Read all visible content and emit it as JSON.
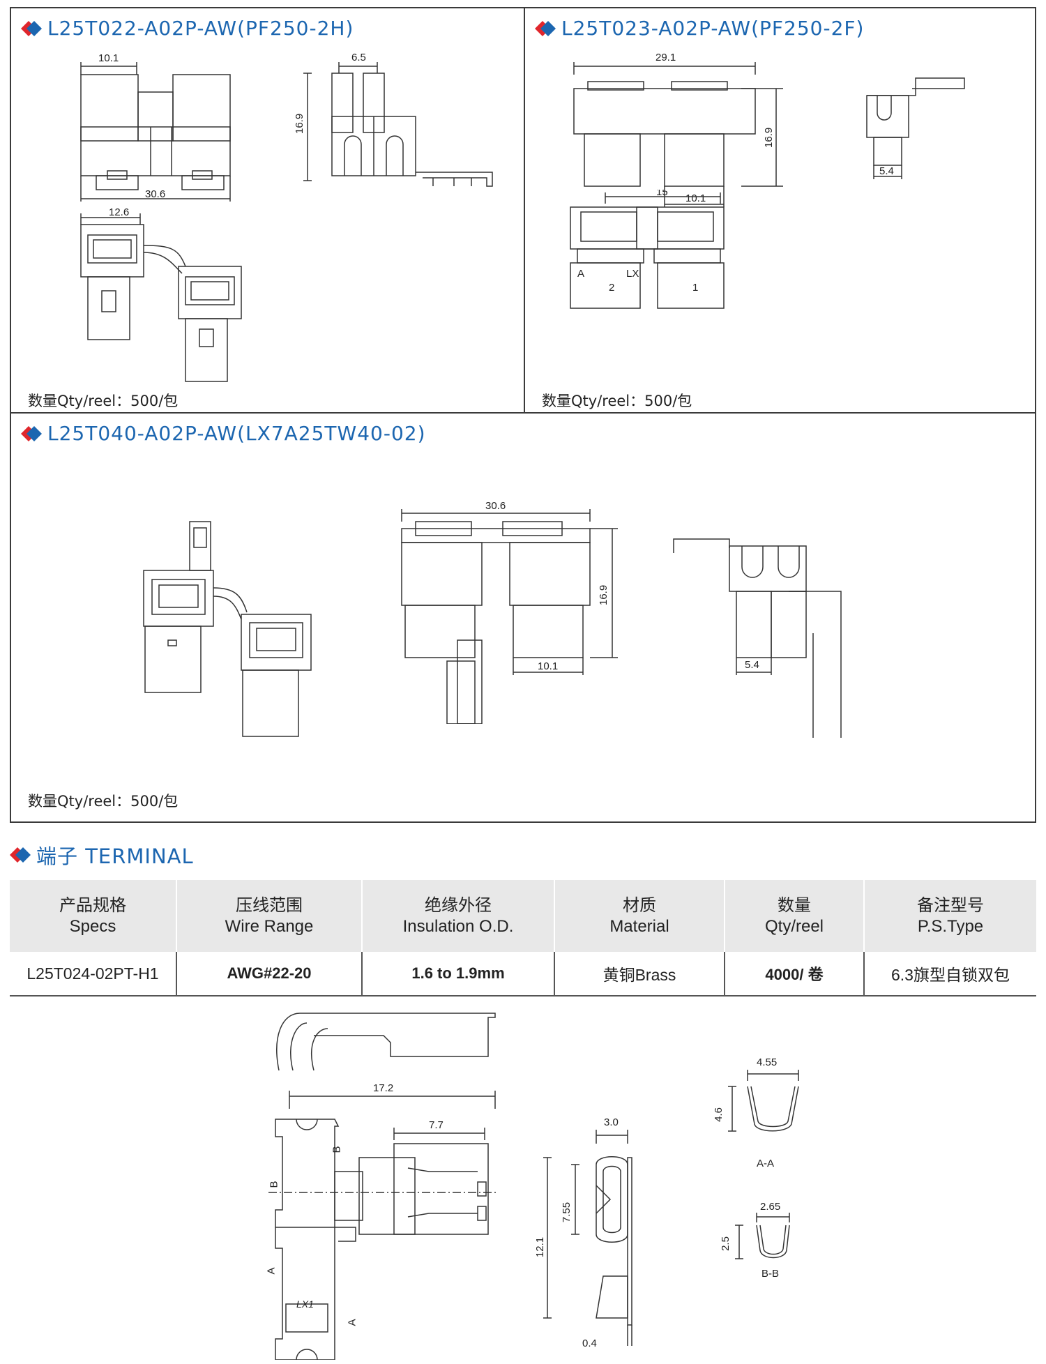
{
  "panels": {
    "p1": {
      "title": "L25T022-A02P-AW(PF250-2H)",
      "qty": "数量Qty/reel：500/包",
      "dims": [
        "10.1",
        "6.5",
        "16.9",
        "30.6",
        "12.6"
      ]
    },
    "p2": {
      "title": "L25T023-A02P-AW(PF250-2F)",
      "qty": "数量Qty/reel：500/包",
      "dims": [
        "29.1",
        "16.9",
        "10.1",
        "5.4",
        "15"
      ],
      "marks": [
        "A",
        "2",
        "LX",
        "1"
      ]
    },
    "p3": {
      "title": "L25T040-A02P-AW(LX7A25TW40-02)",
      "qty": "数量Qty/reel：500/包",
      "dims": [
        "30.6",
        "16.9",
        "10.1",
        "5.4"
      ]
    }
  },
  "terminal": {
    "section_title": "端子 TERMINAL",
    "headers": [
      {
        "cn": "产品规格",
        "en": "Specs"
      },
      {
        "cn": "压线范围",
        "en": "Wire Range"
      },
      {
        "cn": "绝缘外径",
        "en": "Insulation O.D."
      },
      {
        "cn": "材质",
        "en": "Material"
      },
      {
        "cn": "数量",
        "en": "Qty/reel"
      },
      {
        "cn": "备注型号",
        "en": "P.S.Type"
      }
    ],
    "row": [
      "L25T024-02PT-H1",
      "AWG#22-20",
      "1.6 to 1.9mm",
      "黄铜Brass",
      "4000/ 卷",
      "6.3旗型自锁双包"
    ],
    "dims": [
      "17.2",
      "7.7",
      "B",
      "B",
      "A",
      "A",
      "LX1",
      "3.0",
      "7.55",
      "12.1",
      "0.4",
      "4.55",
      "4.6",
      "A-A",
      "2.65",
      "2.5",
      "B-B"
    ]
  },
  "colors": {
    "accent_blue": "#1c66b0",
    "diamond_red": "#e0262c",
    "diamond_blue": "#1c66b0"
  },
  "icons": [
    "diamond-bullet-icon"
  ]
}
